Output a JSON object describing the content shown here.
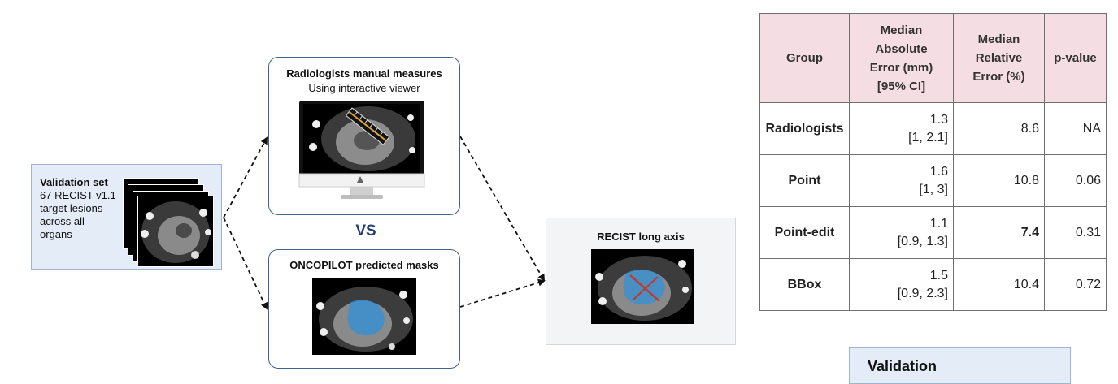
{
  "validation_set": {
    "title": "Validation set",
    "lines": [
      "67 RECIST v1.1",
      "target lesions",
      "across all",
      "organs"
    ]
  },
  "radiologists_box": {
    "title": "Radiologists manual measures",
    "subtitle": "Using interactive viewer"
  },
  "vs_label": "VS",
  "oncopilot_box": {
    "title": "ONCOPILOT predicted masks"
  },
  "recist_box": {
    "title": "RECIST long axis"
  },
  "table": {
    "headers": [
      "Group",
      "Median Absolute Error (mm) [95% CI]",
      "Median Relative Error (%)",
      "p-value"
    ],
    "header_lines": [
      [
        "Group"
      ],
      [
        "Median",
        "Absolute",
        "Error (mm)",
        "[95% CI]"
      ],
      [
        "Median",
        "Relative",
        "Error (%)"
      ],
      [
        "p-value"
      ]
    ],
    "rows": [
      {
        "group": "Radiologists",
        "abs_value": "1.3",
        "abs_ci": "[1, 2.1]",
        "relative": "8.6",
        "p_value": "NA",
        "bold": false
      },
      {
        "group": "Point",
        "abs_value": "1.6",
        "abs_ci": "[1, 3]",
        "relative": "10.8",
        "p_value": "0.06",
        "bold": false
      },
      {
        "group": "Point-edit",
        "abs_value": "1.1",
        "abs_ci": "[0.9, 1.3]",
        "relative": "7.4",
        "p_value": "0.31",
        "bold": true
      },
      {
        "group": "BBox",
        "abs_value": "1.5",
        "abs_ci": "[0.9, 2.3]",
        "relative": "10.4",
        "p_value": "0.72",
        "bold": false
      }
    ]
  },
  "bottom_box": {
    "title": "Validation"
  },
  "colors": {
    "box_border": "#41628f",
    "validation_fill": "#e4ecf8",
    "table_header_fill": "#f4dde3",
    "mask_blue": "#3d8fcc",
    "vs_color": "#233f72",
    "ruler_accent": "#d9a23a"
  },
  "icons": [
    "ct-scan-stack",
    "monitor-icon",
    "ruler-icon",
    "segmentation-mask",
    "recist-axis-cross",
    "arrow-icon"
  ]
}
